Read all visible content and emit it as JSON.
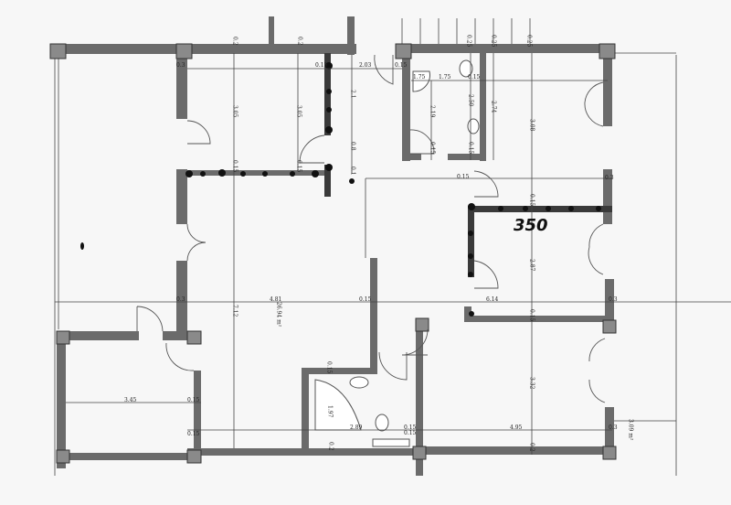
{
  "note": "350",
  "dims_top_left": [
    "0.2",
    "0.2",
    "0.3",
    "0.15",
    "2.03",
    "0.15",
    "3.05",
    "3.05",
    "2.1",
    "0.8",
    "0.15",
    "0.15",
    "0.1"
  ],
  "dims_top_right": [
    "0.25",
    "0.25",
    "0.25",
    "0.15",
    "1.75",
    "0.15",
    "2.19",
    "2.50",
    "2.74",
    "3.08",
    "0.15",
    "0.15",
    "0.15",
    "0.3",
    "0.15"
  ],
  "dims_mid_right": [
    "2.87",
    "6.14",
    "0.3",
    "0.15"
  ],
  "dims_bottom_right": [
    "3.32",
    "4.95",
    "0.3",
    "0.2",
    "0.15",
    "3.09 m²"
  ],
  "dims_center": [
    "4.81",
    "7.12",
    "26.94 m²",
    "0.15",
    "0.3",
    "0.15",
    "1.97",
    "2.89",
    "0.2",
    "0.15"
  ],
  "dims_bottom_left": [
    "3.45",
    "0.15",
    "0.15"
  ]
}
